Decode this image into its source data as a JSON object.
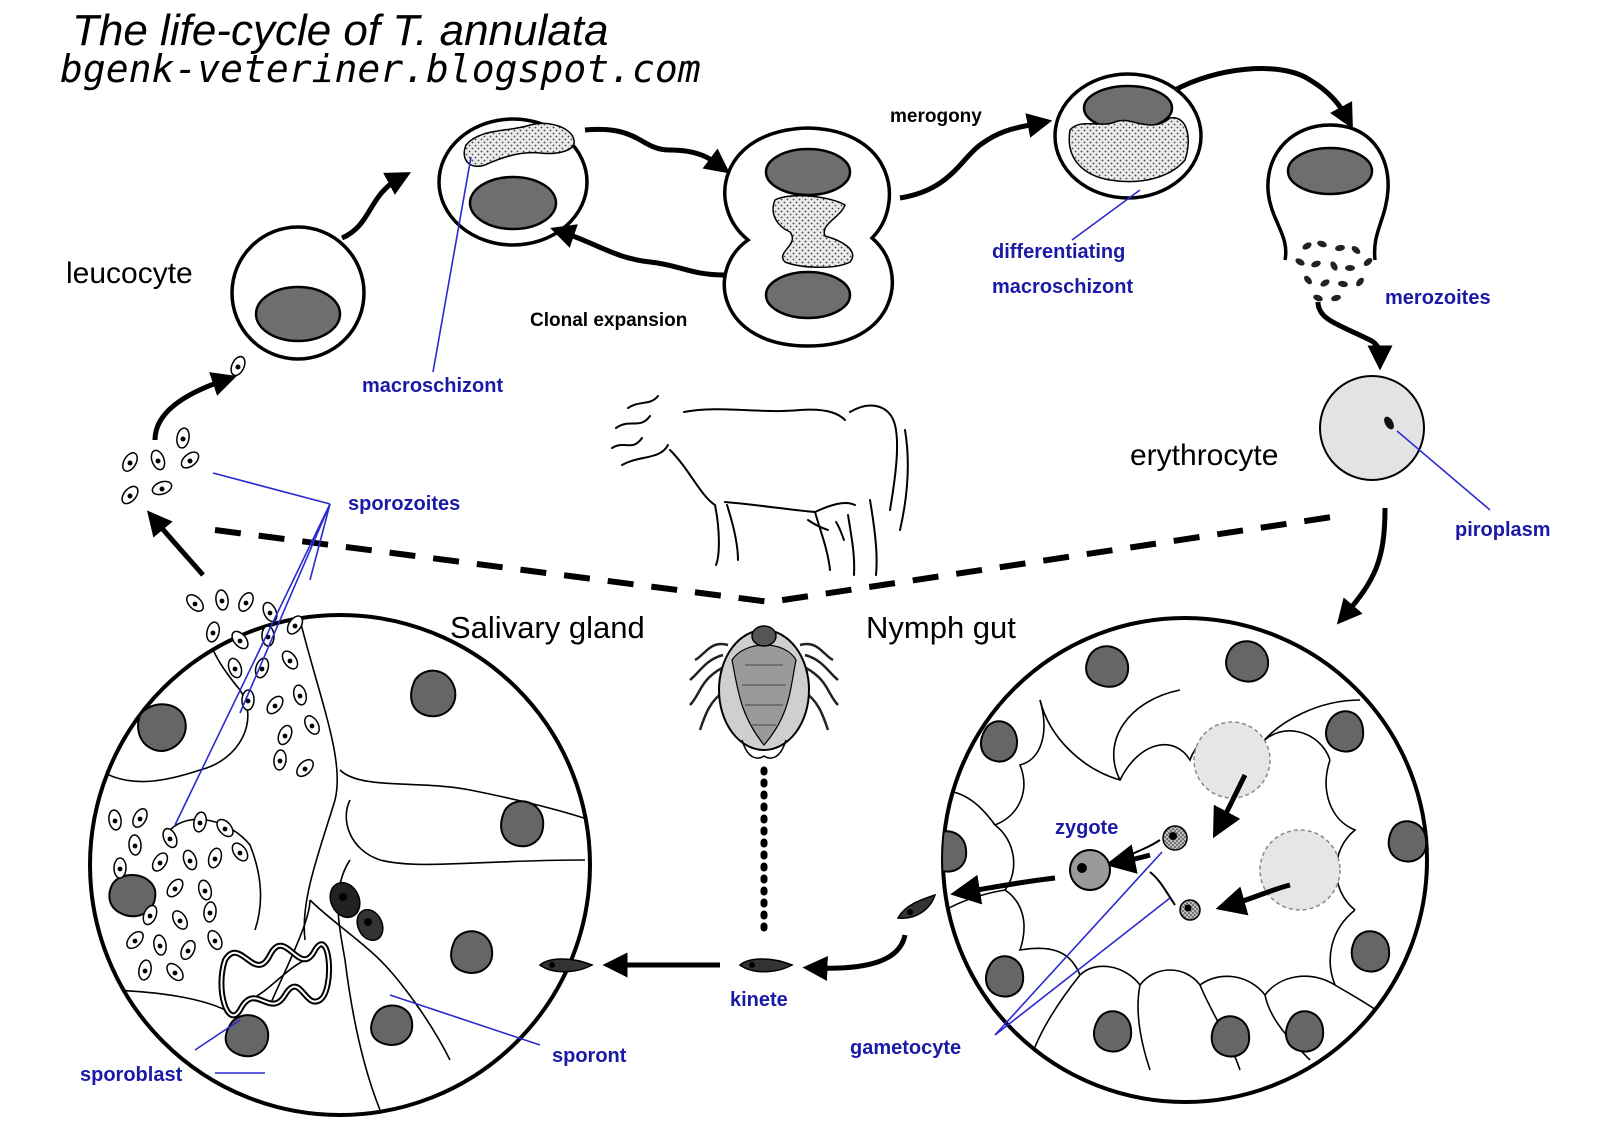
{
  "header": {
    "title": "The life-cycle of T. annulata",
    "source": "bgenk-veteriner.blogspot.com"
  },
  "labels": {
    "leucocyte": "leucocyte",
    "merogony": "merogony",
    "clonal_expansion": "Clonal expansion",
    "erythrocyte": "erythrocyte",
    "salivary_gland": "Salivary gland",
    "nymph_gut": "Nymph gut"
  },
  "stage_labels": {
    "macroschizont": "macroschizont",
    "differentiating_1": "differentiating",
    "differentiating_2": "macroschizont",
    "merozoites": "merozoites",
    "sporozoites": "sporozoites",
    "piroplasm": "piroplasm",
    "zygote": "zygote",
    "kinete": "kinete",
    "gametocyte": "gametocyte",
    "sporont": "sporont",
    "sporoblast": "sporoblast"
  },
  "colors": {
    "label_blue": "#1a1aa6",
    "leader_blue": "#2a2ad0",
    "nucleus_gray": "#6e6e6e",
    "erythrocyte_fill": "#e3e3e3"
  },
  "icons": [
    "cow-outline-icon",
    "tick-icon"
  ]
}
